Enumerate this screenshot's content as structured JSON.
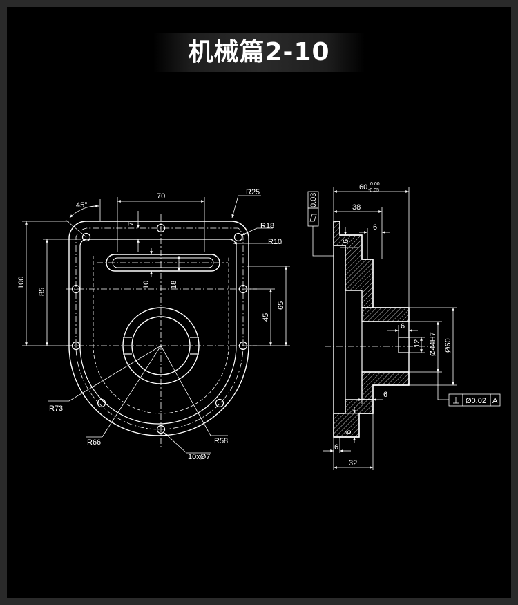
{
  "title": "机械篇2-10",
  "front_view": {
    "angle": "45°",
    "width_70": "70",
    "r25": "R25",
    "r18": "R18",
    "r10": "R10",
    "dim_100": "100",
    "dim_85": "85",
    "dim_7": "7",
    "dim_10": "10",
    "dim_18": "18",
    "dim_45": "45",
    "dim_65": "65",
    "r73": "R73",
    "r66": "R66",
    "r58": "R58",
    "holes": "10xØ7"
  },
  "section_view": {
    "flatness_tol": "0.03",
    "dim_60": "60",
    "tol_upper": "0.00",
    "tol_lower": "-0.05",
    "dim_38": "38",
    "dim_6_top": "6",
    "dim_6_step": "6",
    "dim_6_key": "6",
    "dim_12": "12",
    "dim_bore": "Ø44H7",
    "dim_hub": "Ø60",
    "dim_6_flange": "6",
    "dim_6_vert": "6",
    "dim_6_bottom": "6",
    "dim_32": "32",
    "perp_tol": "Ø0.02",
    "datum": "A"
  }
}
